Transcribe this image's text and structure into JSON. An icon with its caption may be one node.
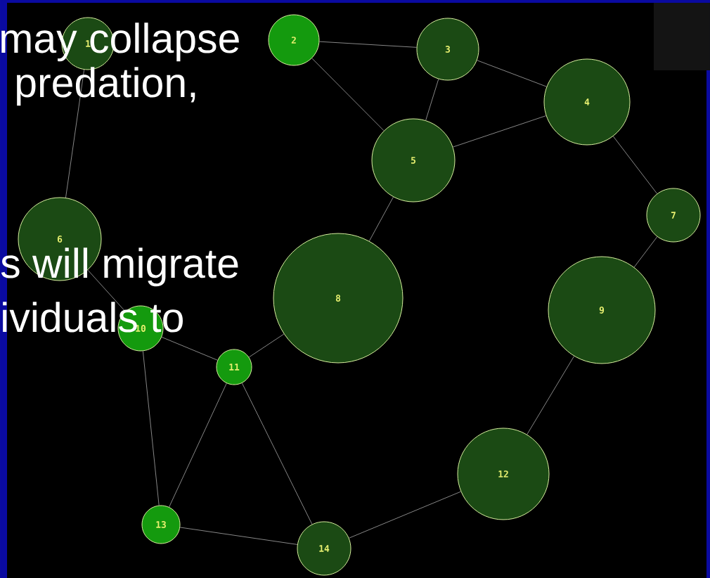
{
  "diagram": {
    "nodes": [
      {
        "text": [
          "1"
        ]
      },
      {
        "text": [
          "2"
        ]
      },
      {
        "text": [
          "3"
        ]
      },
      {
        "text": [
          "4"
        ]
      },
      {
        "text": [
          "5"
        ]
      },
      {
        "text": [
          "6"
        ]
      },
      {
        "text": [
          "7"
        ]
      },
      {
        "text": [
          "8"
        ]
      },
      {
        "text": [
          "9"
        ]
      },
      {
        "text": [
          "10"
        ]
      },
      {
        "text": [
          "11"
        ]
      },
      {
        "text": [
          "12"
        ]
      },
      {
        "text": [
          "13"
        ]
      },
      {
        "text": [
          "14"
        ]
      }
    ],
    "edges": [
      {
        "from": 0,
        "to": 5,
        "arrow": "none"
      },
      {
        "from": 1,
        "to": 2,
        "arrow": "none"
      },
      {
        "from": 1,
        "to": 4,
        "arrow": "none"
      },
      {
        "from": 2,
        "to": 3,
        "arrow": "none"
      },
      {
        "from": 2,
        "to": 4,
        "arrow": "none"
      },
      {
        "from": 3,
        "to": 4,
        "arrow": "none"
      },
      {
        "from": 3,
        "to": 6,
        "arrow": "none"
      },
      {
        "from": 4,
        "to": 7,
        "arrow": "none"
      },
      {
        "from": 5,
        "to": 9,
        "arrow": "none"
      },
      {
        "from": 6,
        "to": 8,
        "arrow": "none"
      },
      {
        "from": 7,
        "to": 10,
        "arrow": "none"
      },
      {
        "from": 8,
        "to": 11,
        "arrow": "none"
      },
      {
        "from": 9,
        "to": 10,
        "arrow": "none"
      },
      {
        "from": 9,
        "to": 12,
        "arrow": "none"
      },
      {
        "from": 10,
        "to": 12,
        "arrow": "none"
      },
      {
        "from": 10,
        "to": 13,
        "arrow": "none"
      },
      {
        "from": 12,
        "to": 13,
        "arrow": "none"
      },
      {
        "from": 11,
        "to": 13,
        "arrow": "none"
      }
    ],
    "labels": [
      "may collapse",
      "predation,",
      "s will migrate",
      "ividuals to"
    ]
  }
}
